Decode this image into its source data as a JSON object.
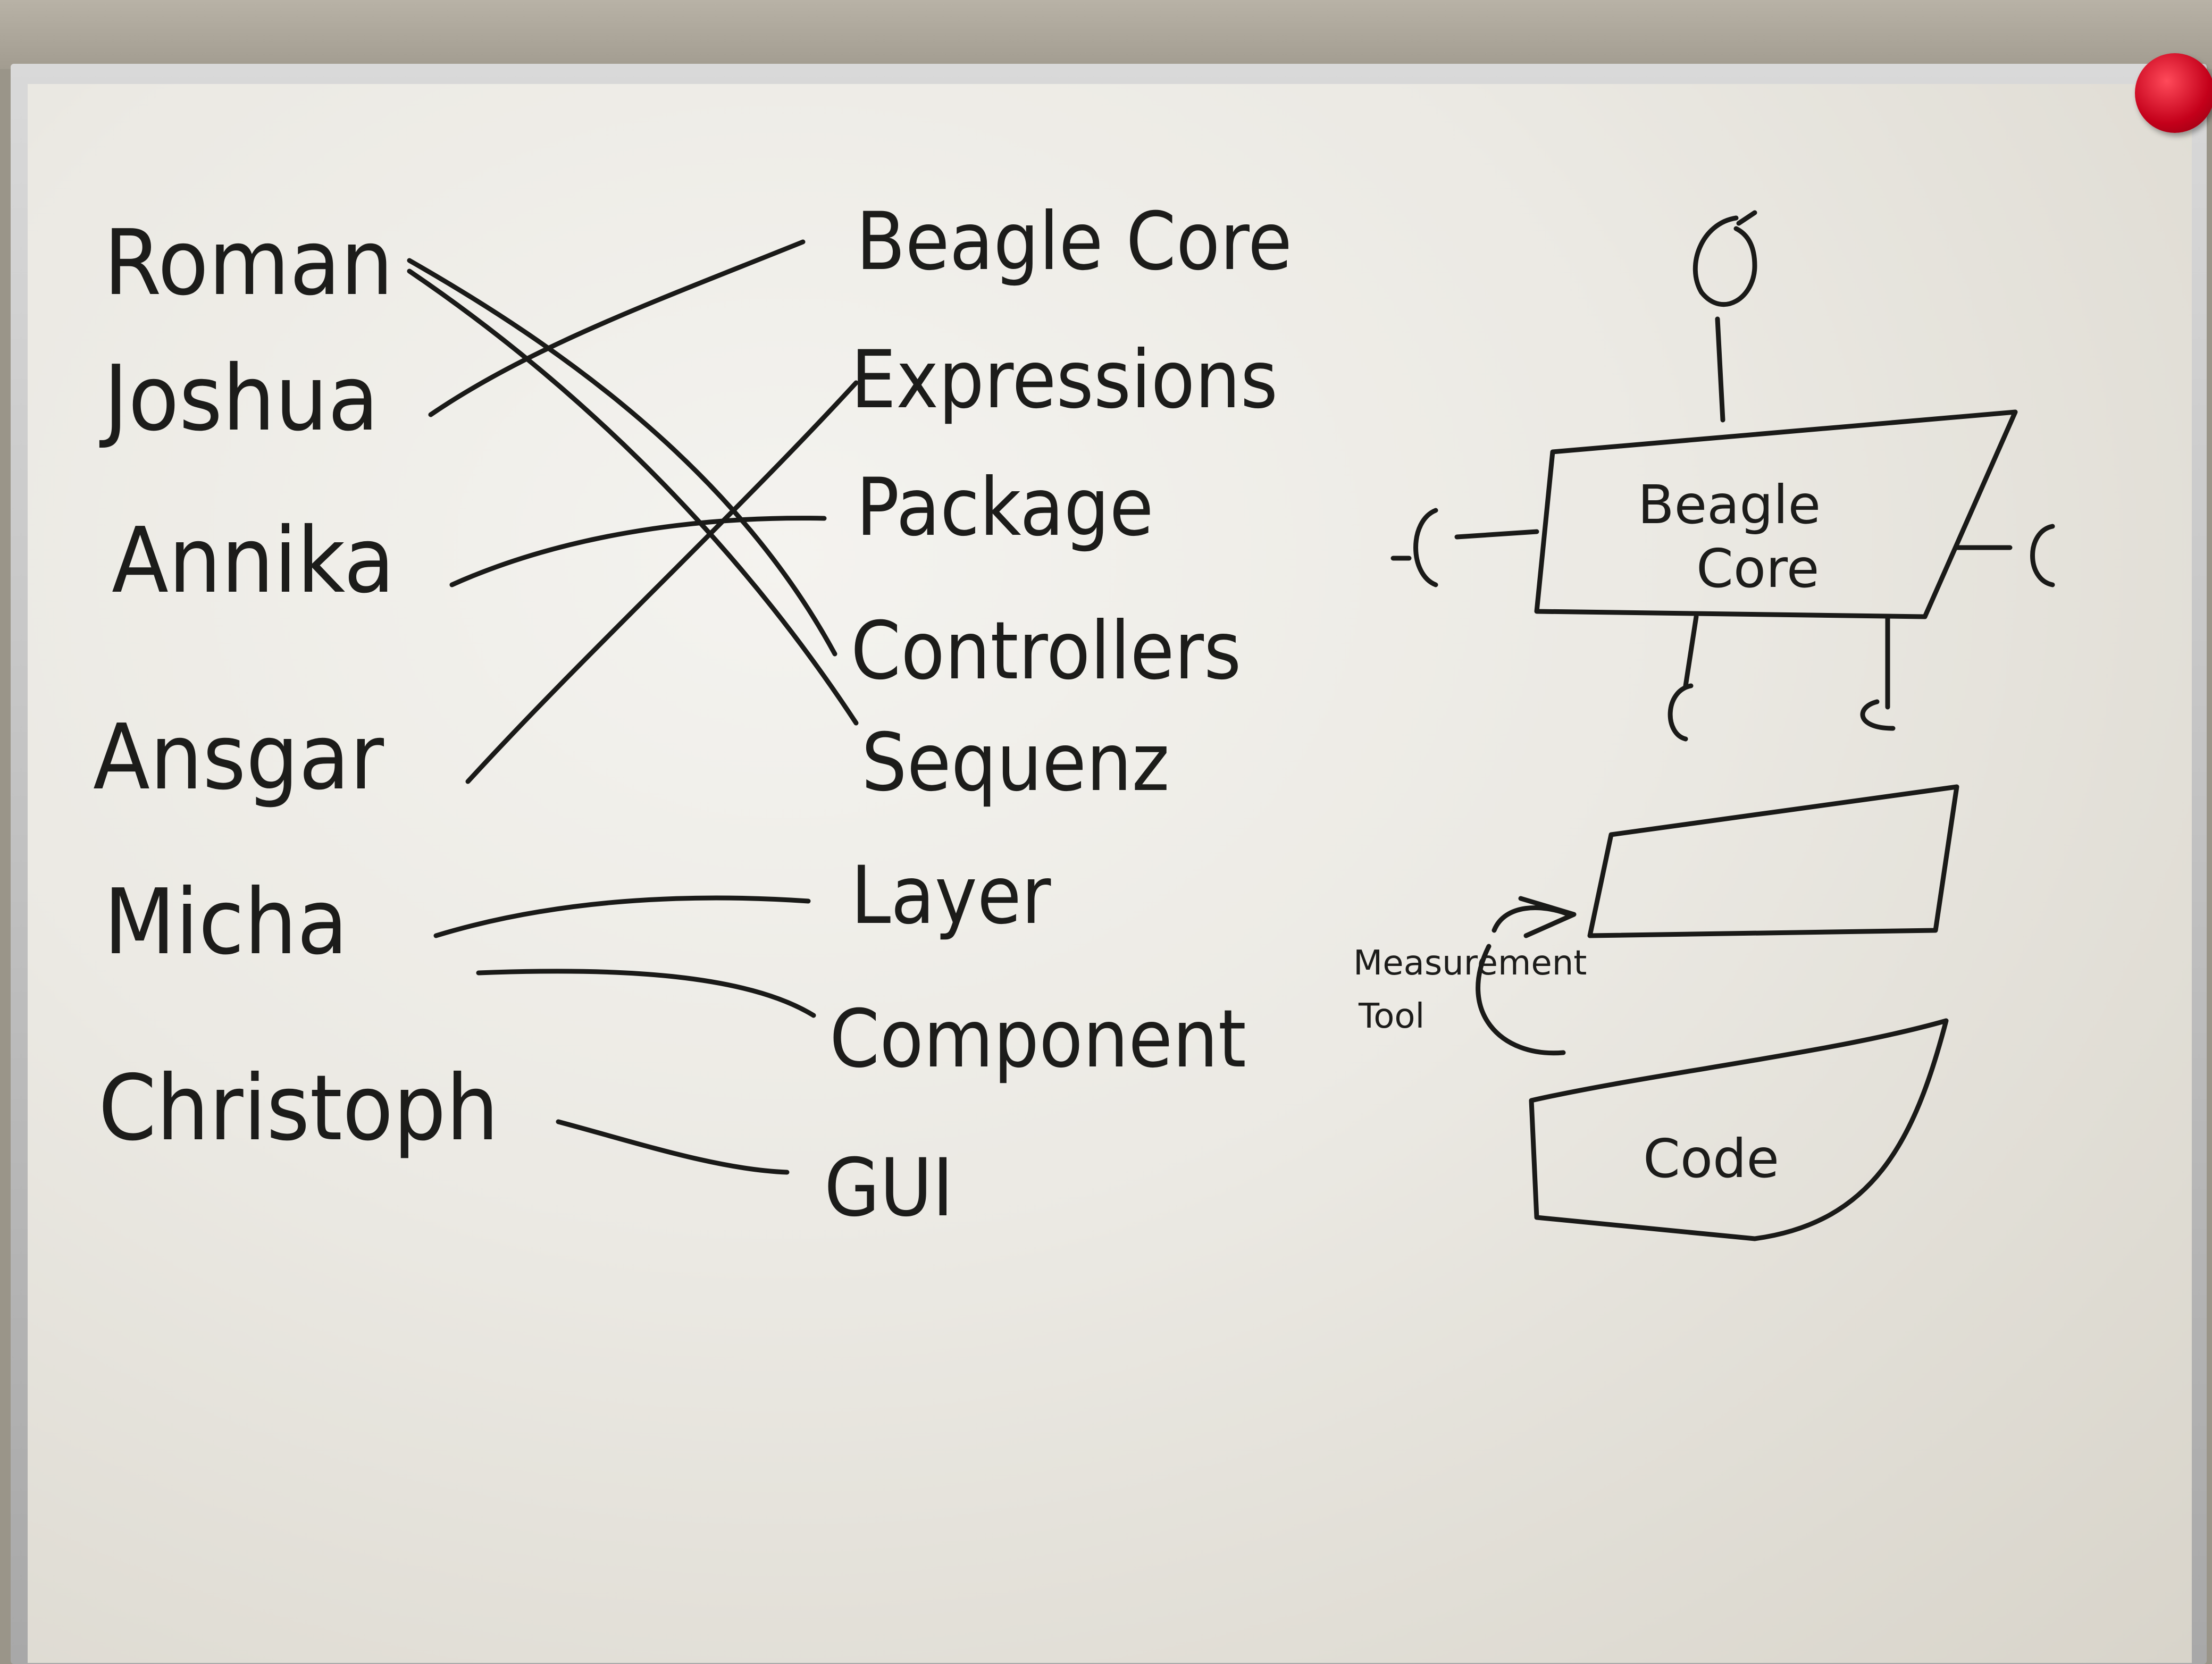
{
  "people": [
    "Roman",
    "Joshua",
    "Annika",
    "Ansgar",
    "Micha",
    "Christoph"
  ],
  "modules": [
    "Beagle Core",
    "Expressions",
    "Package",
    "Controllers",
    "Sequenz",
    "Layer",
    "Component",
    "GUI"
  ],
  "diagram_labels": {
    "core_box_line1": "Beagle",
    "core_box_line2": "Core",
    "measurement_tool_line1": "Measurement",
    "measurement_tool_line2": "Tool",
    "code_box": "Code"
  },
  "colors": {
    "ink": "#1c1c1a",
    "board": "#efeee9",
    "magnet": "#d0021b"
  }
}
